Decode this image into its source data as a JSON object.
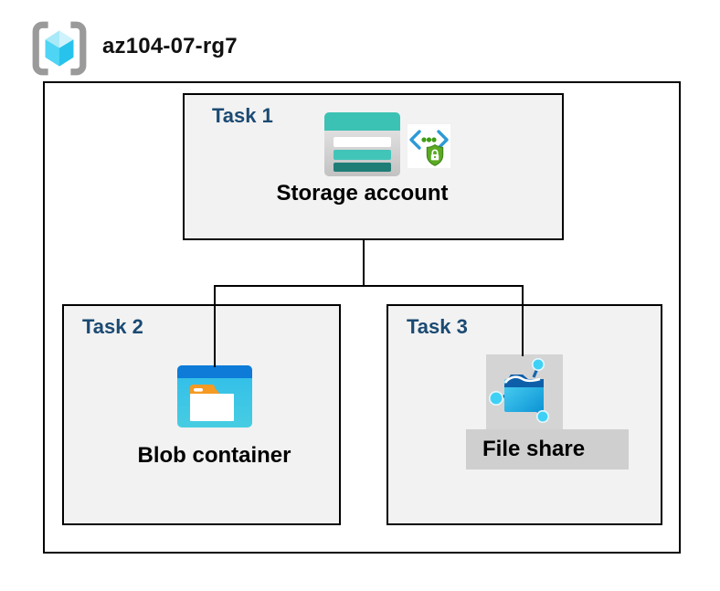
{
  "header": {
    "title": "az104-07-rg7",
    "icon": "azure-resource-group-icon"
  },
  "tasks": [
    {
      "label": "Task 1",
      "resource": "Storage account",
      "icons": [
        "storage-account-icon",
        "secure-access-icon"
      ]
    },
    {
      "label": "Task 2",
      "resource": "Blob container",
      "icons": [
        "blob-container-icon"
      ]
    },
    {
      "label": "Task 3",
      "resource": "File share",
      "icons": [
        "file-share-icon"
      ]
    }
  ],
  "connections": [
    {
      "from": "Storage account",
      "to": "Blob container"
    },
    {
      "from": "Storage account",
      "to": "File share"
    }
  ],
  "colors": {
    "task_label_blue": "#1b4a73",
    "task_box_fill": "#f2f2f2",
    "border_black": "#000000",
    "rg_bracket_gray": "#9a9a9a",
    "rg_cube_cyan": "#4ed4f4",
    "storage_teal": "#3cc2b4",
    "storage_teal_dark": "#1f7d76",
    "sas_bracket_blue": "#2d9ad6",
    "sas_shield_green": "#5baa23",
    "blob_header_blue": "#0e7bd8",
    "blob_body_cyan": "#35c0e8",
    "blob_tab_orange": "#f59a23",
    "fileshare_flap_navy": "#0e5fa9",
    "fileshare_node_cyan": "#3fd1f5",
    "icon_backdrop_gray": "#d4d4d4",
    "label_strip_gray": "#cfcfcf"
  }
}
